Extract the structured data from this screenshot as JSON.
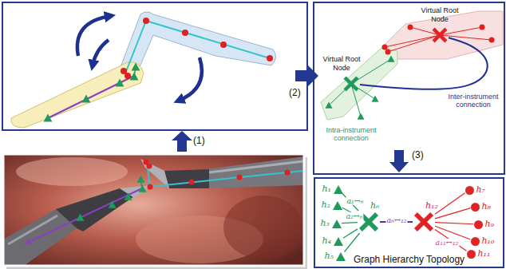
{
  "diagram": {
    "nodes": [
      {
        "text": [
          "Virtual Root Node"
        ]
      },
      {
        "text": [
          "Virtual Root Node"
        ]
      },
      {
        "text": [
          "Graph Hierarchy Topology"
        ]
      },
      {
        "text": [
          "h₁"
        ],
        "in": 2
      },
      {
        "text": [
          "h₂"
        ],
        "in": 2
      },
      {
        "text": [
          "h₃"
        ],
        "in": 2
      },
      {
        "text": [
          "h₄"
        ],
        "in": 2
      },
      {
        "text": [
          "h₅"
        ],
        "in": 2
      },
      {
        "text": [
          "h₆"
        ],
        "in": 2
      },
      {
        "text": [
          "h₇"
        ],
        "in": 2
      },
      {
        "text": [
          "h₈"
        ],
        "in": 2
      },
      {
        "text": [
          "h₉"
        ],
        "in": 2
      },
      {
        "text": [
          "h₁₀"
        ],
        "in": 2
      },
      {
        "text": [
          "h₁₁"
        ],
        "in": 2
      },
      {
        "text": [
          "h₁₂"
        ],
        "in": 2
      }
    ],
    "edges": [
      {
        "from": 1,
        "to": 0,
        "arrow": "none"
      },
      {
        "from": 3,
        "to": 8,
        "label": "a₁↔₆",
        "arrow": "none"
      },
      {
        "from": 4,
        "to": 8,
        "label": "a₂↔₆",
        "arrow": "none"
      },
      {
        "from": 5,
        "to": 8,
        "arrow": "none"
      },
      {
        "from": 6,
        "to": 8,
        "arrow": "none"
      },
      {
        "from": 7,
        "to": 8,
        "arrow": "none"
      },
      {
        "from": 8,
        "to": 14,
        "label": "a₆↔₁₂",
        "arrow": "none"
      },
      {
        "from": 9,
        "to": 14,
        "arrow": "none"
      },
      {
        "from": 10,
        "to": 14,
        "arrow": "none"
      },
      {
        "from": 11,
        "to": 14,
        "arrow": "none"
      },
      {
        "from": 12,
        "to": 14,
        "arrow": "none"
      },
      {
        "from": 13,
        "to": 14,
        "label": "a₁₁↔₁₂",
        "arrow": "none"
      }
    ],
    "labels": [
      "(1)",
      "(2)",
      "(3)",
      "Intra-instrument connection",
      "Inter-instrument connection"
    ]
  }
}
